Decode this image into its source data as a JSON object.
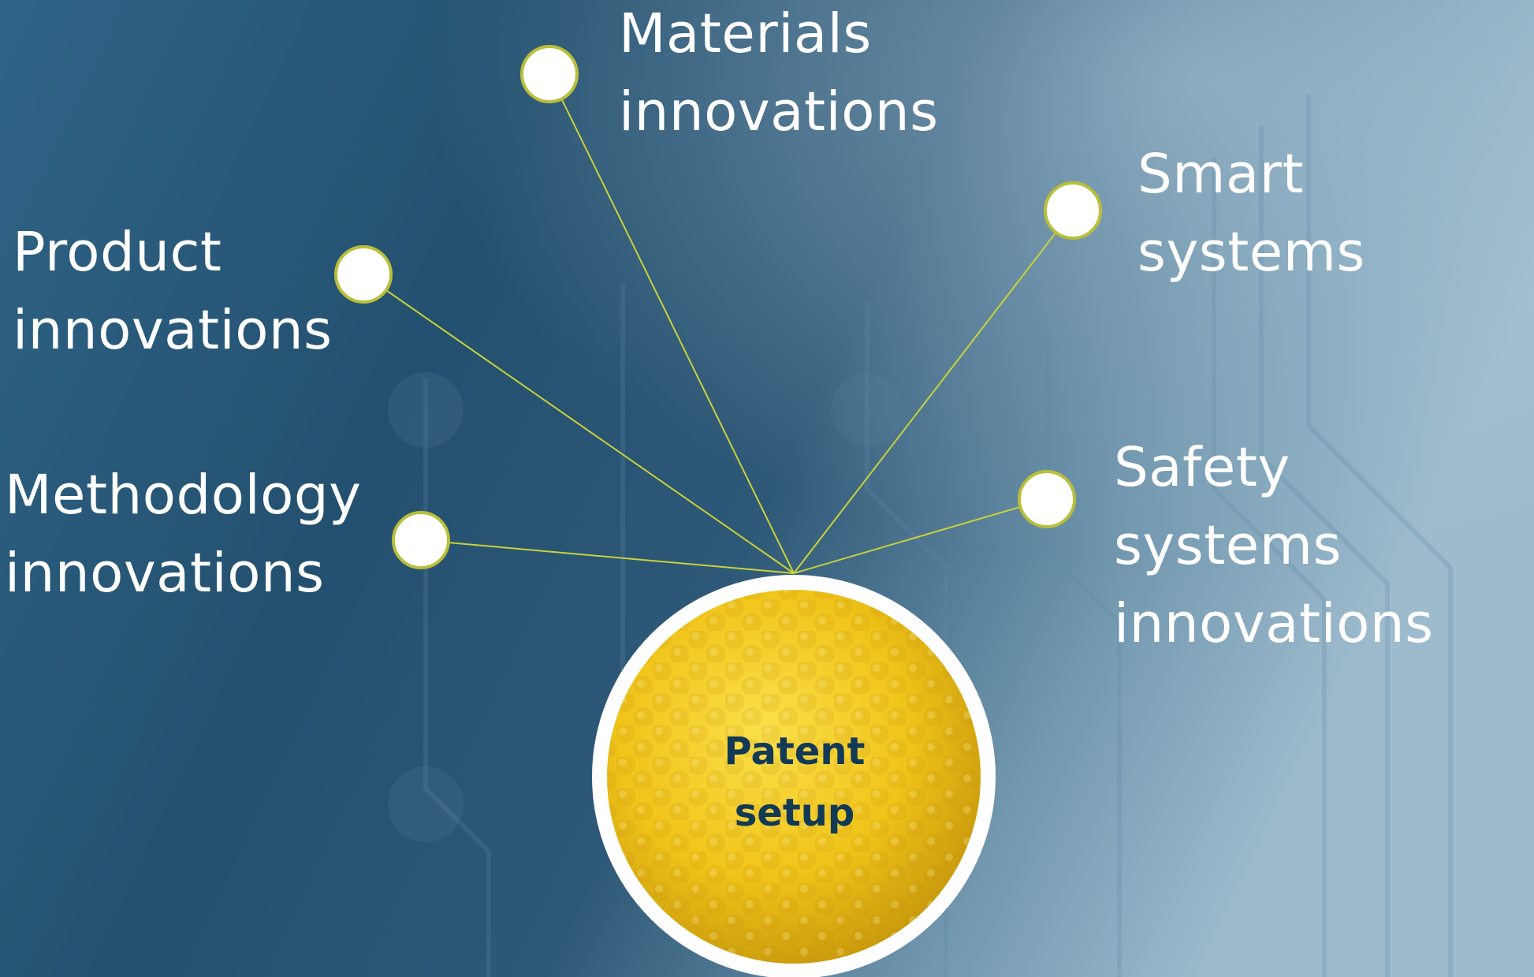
{
  "diagram": {
    "center": {
      "label": "Patent\nsetup",
      "ball_color": "#f0c419"
    },
    "connector_color": "#c8d23a",
    "node_fill": "#ffffff",
    "node_stroke": "#b9bf3a",
    "branches": [
      {
        "id": "materials",
        "label": "Materials\ninnovations"
      },
      {
        "id": "smart",
        "label": "Smart\nsystems"
      },
      {
        "id": "product",
        "label": "Product\ninnovations"
      },
      {
        "id": "methodology",
        "label": "Methodology\ninnovations"
      },
      {
        "id": "safety",
        "label": "Safety systems\ninnovations"
      }
    ]
  }
}
